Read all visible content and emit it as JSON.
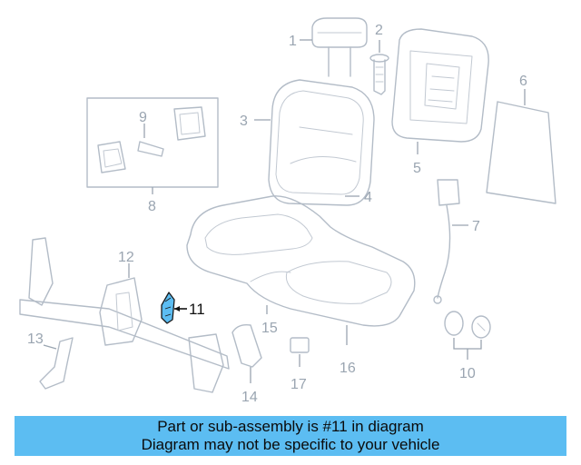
{
  "callouts": {
    "c1": "1",
    "c2": "2",
    "c3": "3",
    "c4": "4",
    "c5": "5",
    "c6": "6",
    "c7": "7",
    "c8": "8",
    "c9": "9",
    "c10": "10",
    "c11": "11",
    "c12": "12",
    "c13": "13",
    "c14": "14",
    "c15": "15",
    "c16": "16",
    "c17": "17"
  },
  "highlighted_part": "11",
  "colors": {
    "highlight": "#5cbdf2",
    "banner": "#5cbdf2",
    "line_art": "#b3bcc7"
  },
  "banner": {
    "line1": "Part or sub-assembly is #11 in diagram",
    "line2": "Diagram may not be specific to your vehicle"
  }
}
